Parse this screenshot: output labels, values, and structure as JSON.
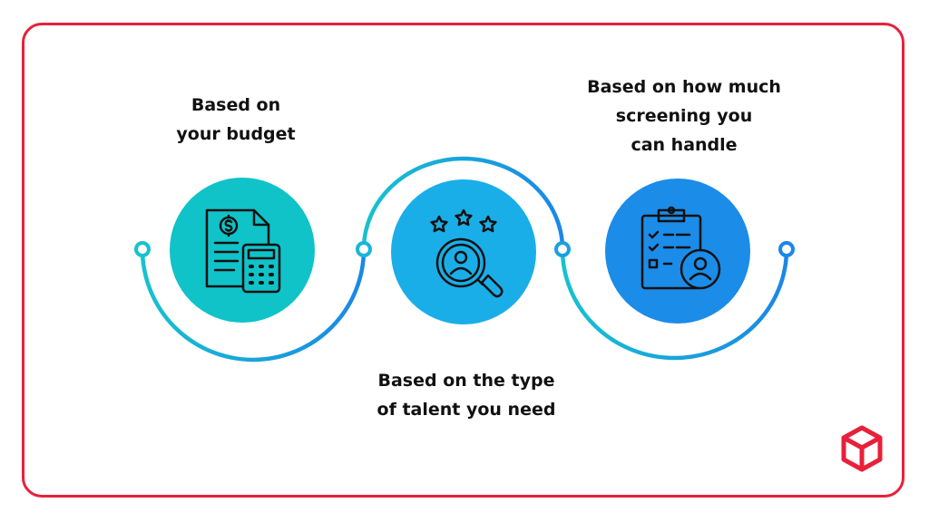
{
  "steps": [
    {
      "lines": [
        "Based on",
        "your budget"
      ],
      "icon": "budget-calculator-icon",
      "color": "#0fc3c9"
    },
    {
      "lines": [
        "Based on the type",
        "of talent you need"
      ],
      "icon": "talent-search-icon",
      "color": "#1aaee8"
    },
    {
      "lines": [
        "Based on how much",
        "screening you",
        "can handle"
      ],
      "icon": "screening-checklist-icon",
      "color": "#1b8ce8"
    }
  ],
  "colors": {
    "frame": "#e8203a",
    "connector_start": "#16c2cf",
    "connector_end": "#1b87e6",
    "icon_stroke": "#111111",
    "logo": "#e8203a"
  },
  "logo": {
    "name": "cube-logo-icon"
  }
}
